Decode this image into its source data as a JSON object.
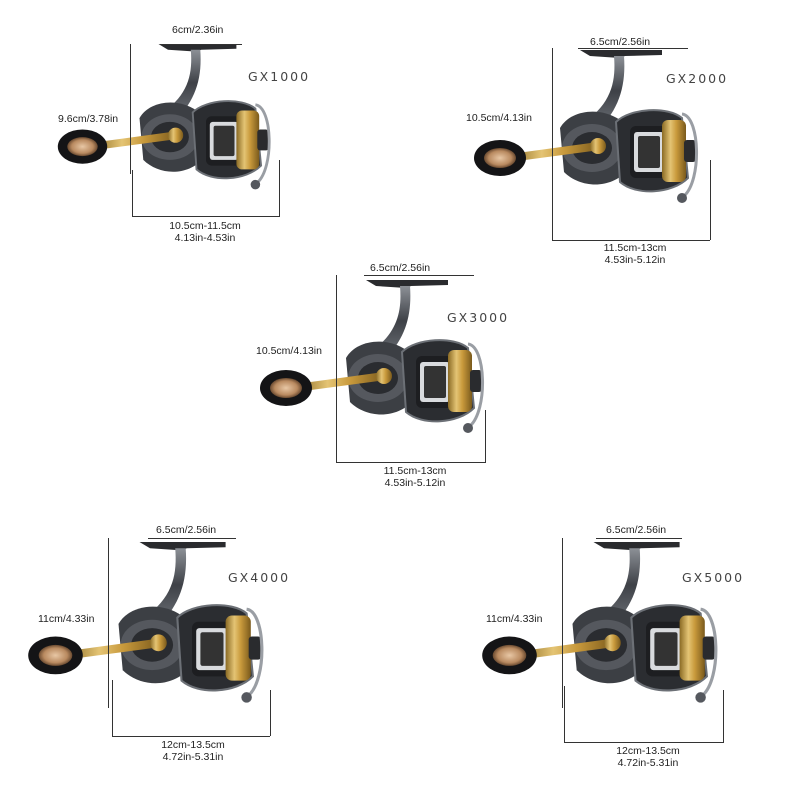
{
  "reels": [
    {
      "model": "GX1000",
      "spool_width": "6cm/2.36in",
      "height": "9.6cm/3.78in",
      "length_cm": "10.5cm-11.5cm",
      "length_in": "4.13in-4.53in"
    },
    {
      "model": "GX2000",
      "spool_width": "6.5cm/2.56in",
      "height": "10.5cm/4.13in",
      "length_cm": "11.5cm-13cm",
      "length_in": "4.53in-5.12in"
    },
    {
      "model": "GX3000",
      "spool_width": "6.5cm/2.56in",
      "height": "10.5cm/4.13in",
      "length_cm": "11.5cm-13cm",
      "length_in": "4.53in-5.12in"
    },
    {
      "model": "GX4000",
      "spool_width": "6.5cm/2.56in",
      "height": "11cm/4.33in",
      "length_cm": "12cm-13.5cm",
      "length_in": "4.72in-5.31in"
    },
    {
      "model": "GX5000",
      "spool_width": "6.5cm/2.56in",
      "height": "11cm/4.33in",
      "length_cm": "12cm-13.5cm",
      "length_in": "4.72in-5.31in"
    }
  ],
  "colors": {
    "gold": "#c9a24a",
    "gunmetal": "#4a4d52",
    "dark": "#1f2023",
    "knob": "#d8b08a"
  }
}
